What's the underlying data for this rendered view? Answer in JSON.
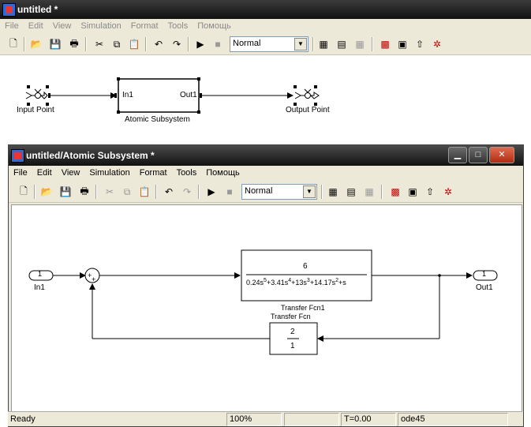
{
  "main_window": {
    "title": "untitled *",
    "menu": [
      "File",
      "Edit",
      "View",
      "Simulation",
      "Format",
      "Tools",
      "Помощь"
    ],
    "sim_mode": "Normal",
    "blocks": {
      "input_point": "Input Point",
      "atomic_subsystem": "Atomic Subsystem",
      "in_port_label": "In1",
      "out_port_label": "Out1",
      "output_point": "Output Point"
    }
  },
  "sub_window": {
    "title": "untitled/Atomic Subsystem *",
    "menu": [
      "File",
      "Edit",
      "View",
      "Simulation",
      "Format",
      "Tools",
      "Помощь"
    ],
    "sim_mode": "Normal",
    "blocks": {
      "in1_num": "1",
      "in1_label": "In1",
      "out1_num": "1",
      "out1_label": "Out1",
      "tf1_num": "6",
      "tf1_den": "0.24s5+3.41s4+13s3+14.17s2+s",
      "tf1_label": "Transfer Fcn1",
      "tf_label": "Transfer Fcn",
      "tf_num": "2",
      "tf_den": "1"
    }
  },
  "status": {
    "state": "Ready",
    "zoom": "100%",
    "blank": "",
    "time": "T=0.00",
    "solver": "ode45"
  }
}
